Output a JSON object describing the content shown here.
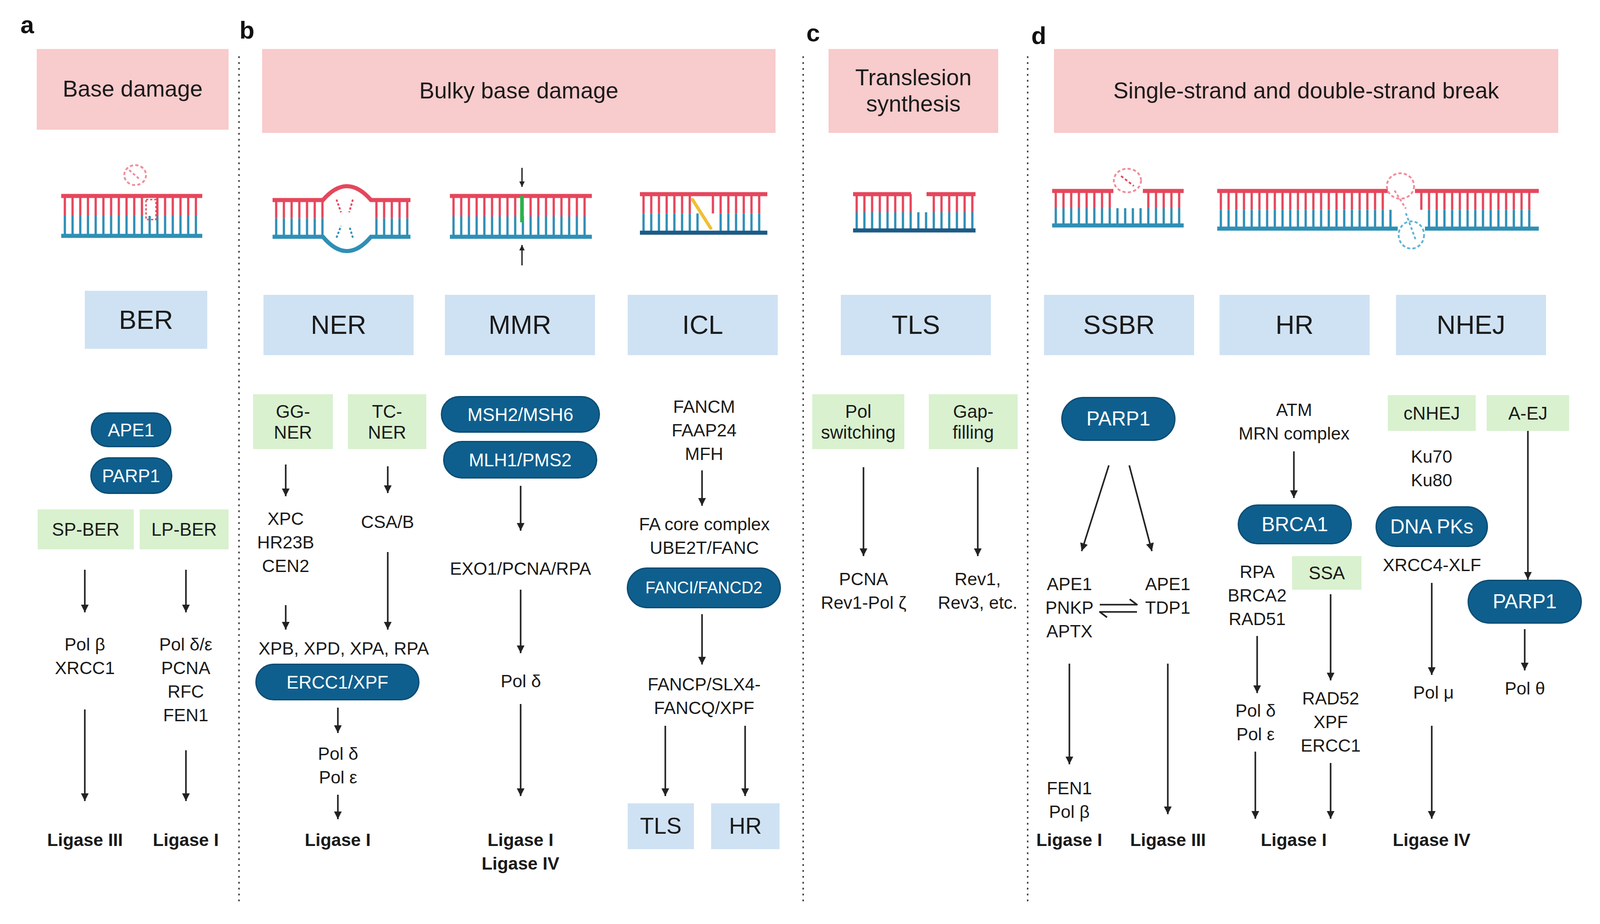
{
  "diagram": {
    "nodes": [
      {
        "text": [
          "Base damage"
        ]
      },
      {
        "text": [
          "Bulky base damage"
        ]
      },
      {
        "text": [
          "Translesion synthesis"
        ]
      },
      {
        "text": [
          "Single-strand and double-strand break"
        ]
      },
      {
        "text": [
          "BER"
        ]
      },
      {
        "text": [
          "NER"
        ]
      },
      {
        "text": [
          "MMR"
        ]
      },
      {
        "text": [
          "ICL"
        ]
      },
      {
        "text": [
          "TLS"
        ]
      },
      {
        "text": [
          "SSBR"
        ]
      },
      {
        "text": [
          "HR"
        ]
      },
      {
        "text": [
          "NHEJ"
        ]
      },
      {
        "text": [
          "APE1"
        ]
      },
      {
        "text": [
          "PARP1"
        ]
      },
      {
        "text": [
          "SP-BER"
        ]
      },
      {
        "text": [
          "LP-BER"
        ]
      },
      {
        "text": [
          "GG-NER"
        ]
      },
      {
        "text": [
          "TC-NER"
        ]
      },
      {
        "text": [
          "ERCC1/XPF"
        ]
      },
      {
        "text": [
          "MSH2/MSH6"
        ]
      },
      {
        "text": [
          "MLH1/PMS2"
        ]
      },
      {
        "text": [
          "FANCI/FANCD2"
        ]
      },
      {
        "text": [
          "TLS"
        ]
      },
      {
        "text": [
          "HR"
        ]
      },
      {
        "text": [
          "Pol switching"
        ]
      },
      {
        "text": [
          "Gap-filling"
        ]
      },
      {
        "text": [
          "PARP1"
        ]
      },
      {
        "text": [
          "BRCA1"
        ]
      },
      {
        "text": [
          "SSA"
        ]
      },
      {
        "text": [
          "cNHEJ"
        ]
      },
      {
        "text": [
          "A-EJ"
        ]
      },
      {
        "text": [
          "DNA PKs"
        ]
      },
      {
        "text": [
          "PARP1"
        ]
      }
    ],
    "edges": [
      {
        "from": 30,
        "to": 32,
        "arrow": "to"
      }
    ],
    "labels": [
      "a",
      "b",
      "c",
      "d",
      "Pol β XRCC1",
      "Pol δ/ε PCNA RFC FEN1",
      "Ligase III",
      "Ligase I",
      "XPC HR23B CEN2",
      "CSA/B",
      "XPB, XPD, XPA, RPA",
      "Pol δ Pol ε",
      "Ligase I",
      "EXO1/PCNA/RPA",
      "Pol δ",
      "Ligase I Ligase IV",
      "FANCM FAAP24 MFH",
      "FA core complex UBE2T/FANC",
      "FANCP/SLX4-FANCQ/XPF",
      "PCNA Rev1-Pol ζ",
      "Rev1, Rev3, etc.",
      "APE1 PNKP APTX",
      "APE1 TDP1",
      "FEN1 Pol β",
      "Ligase I",
      "Ligase III",
      "ATM MRN complex",
      "RPA BRCA2 RAD51",
      "Pol δ Pol ε",
      "RAD52 XPF ERCC1",
      "Ligase I",
      "Ku70 Ku80",
      "XRCC4-XLF",
      "Pol μ",
      "Ligase IV",
      "Pol θ"
    ]
  }
}
